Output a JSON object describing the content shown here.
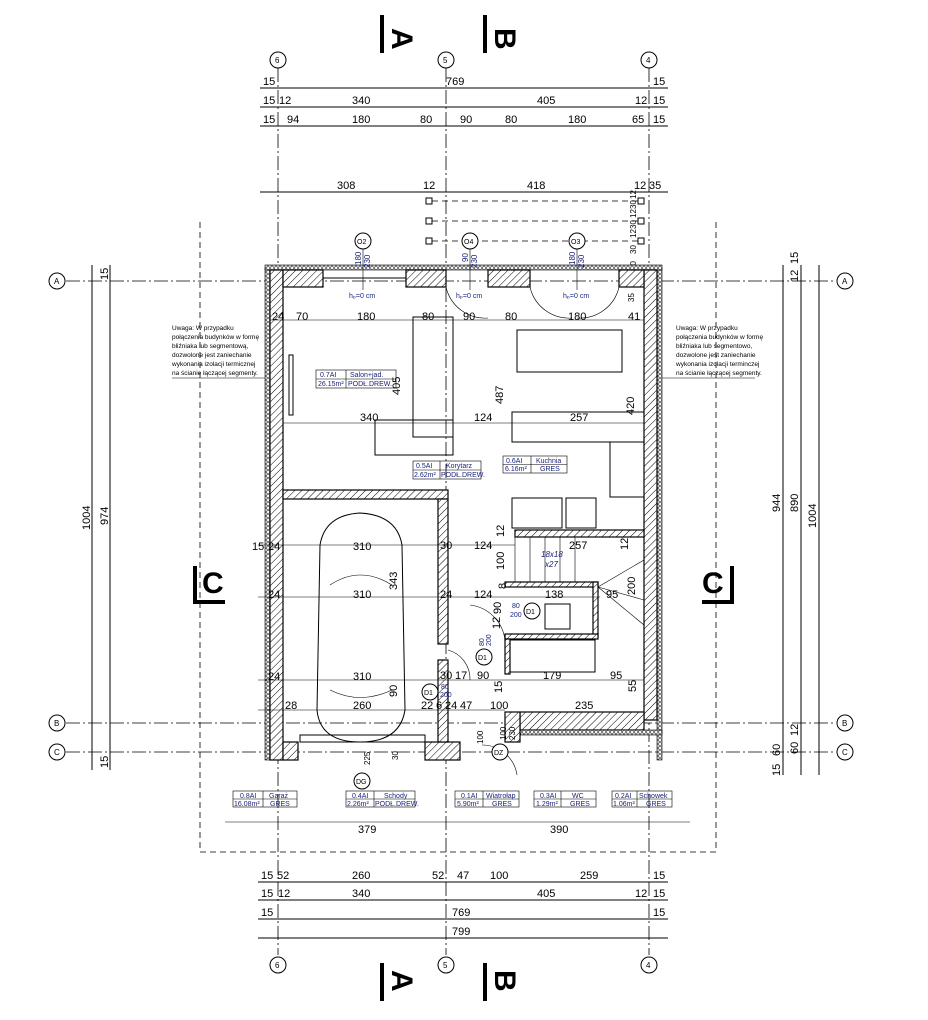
{
  "section_markers": {
    "a": "A",
    "b": "B",
    "c": "C"
  },
  "axes": {
    "v6": "6",
    "v5": "5",
    "v4": "4",
    "hA": "A",
    "hB": "B",
    "hC": "C"
  },
  "dims_top": {
    "r1": [
      "15",
      "769",
      "15"
    ],
    "r2": [
      "15",
      "12",
      "340",
      "405",
      "12",
      "15"
    ],
    "r3": [
      "15",
      "94",
      "180",
      "80",
      "90",
      "80",
      "180",
      "65",
      "15"
    ],
    "r4": [
      "308",
      "12",
      "418",
      "12",
      "35"
    ],
    "vert": [
      "12",
      "30",
      "12",
      "30",
      "12",
      "30",
      "40"
    ]
  },
  "dims_bottom": {
    "r0": [
      "379",
      "390"
    ],
    "r1": [
      "15",
      "52",
      "260",
      "52",
      "47",
      "100",
      "259",
      "15"
    ],
    "r2": [
      "15",
      "12",
      "340",
      "405",
      "12",
      "15"
    ],
    "r3": [
      "15",
      "769",
      "15"
    ],
    "r4": [
      "799"
    ]
  },
  "dims_left": [
    "1004",
    "974",
    "15",
    "15"
  ],
  "dims_right": [
    "944",
    "890",
    "1004",
    "12",
    "15",
    "60",
    "12",
    "60",
    "15"
  ],
  "interior_dims": {
    "row1": [
      "24",
      "70",
      "180",
      "80",
      "90",
      "80",
      "180",
      "41"
    ],
    "mid": [
      "340",
      "124",
      "257",
      "405",
      "487",
      "420"
    ],
    "garage": [
      "310",
      "310",
      "310",
      "260",
      "343",
      "90"
    ],
    "left_small": [
      "15",
      "24",
      "24",
      "24",
      "28"
    ],
    "stairs": [
      "30",
      "124",
      "12",
      "100",
      "257",
      "12",
      "200",
      "124",
      "8",
      "24",
      "138",
      "95",
      "90",
      "12",
      "30",
      "17",
      "90",
      "15",
      "179",
      "95",
      "55",
      "22",
      "6",
      "24",
      "47",
      "100",
      "235",
      "100",
      "230",
      "30",
      "225",
      "35"
    ]
  },
  "stairs_spec": {
    "size": "18x18",
    "count": "x27"
  },
  "sill_label": "hₚ=0 cm",
  "tags": {
    "o2": {
      "id": "O2",
      "w": "180",
      "h": "230"
    },
    "o4": {
      "id": "O4",
      "w": "90",
      "h": "230"
    },
    "o3": {
      "id": "O3",
      "w": "180",
      "h": "230"
    },
    "dg": {
      "id": "DG"
    },
    "dz": {
      "id": "DZ",
      "w": "100",
      "h": "230"
    },
    "d1a": {
      "id": "D1",
      "w": "80",
      "h": "200"
    },
    "d1b": {
      "id": "D1",
      "w": "80",
      "h": "200"
    },
    "d1c": {
      "id": "D1",
      "w": "80",
      "h": "200"
    }
  },
  "rooms": [
    {
      "code": "0.7AI",
      "name": "Salon+jad.",
      "area": "26.15m²",
      "finish": "PODŁ.DREW."
    },
    {
      "code": "0.6AI",
      "name": "Kuchnia",
      "area": "6.16m²",
      "finish": "GRES"
    },
    {
      "code": "0.5AI",
      "name": "Korytarz",
      "area": "2.62m²",
      "finish": "PODŁ.DREW."
    },
    {
      "code": "0.8AI",
      "name": "Garaż",
      "area": "16.08m²",
      "finish": "GRES"
    },
    {
      "code": "0.4AI",
      "name": "Schody",
      "area": "2.26m²",
      "finish": "PODŁ.DREW."
    },
    {
      "code": "0.1AI",
      "name": "Wiatrołap",
      "area": "5.90m²",
      "finish": "GRES"
    },
    {
      "code": "0.3AI",
      "name": "WC",
      "area": "1.29m²",
      "finish": "GRES"
    },
    {
      "code": "0.2AI",
      "name": "Schowek",
      "area": "1.06m²",
      "finish": "GRES"
    }
  ],
  "notes": {
    "left": [
      "Uwaga: W przypadku",
      "połączenia budynków w formę",
      "bliźniaka lub segmentową,",
      "dozwolone jest zaniechanie",
      "wykonania izolacji termicznej",
      "na ścianie łączącej segmenty."
    ],
    "right": [
      "Uwaga: W przypadku",
      "połączenia budynków w formę",
      "bliźniaka lub segmentowo,",
      "dozwolone jest zaniechanie",
      "wykonania izolacji terminczej",
      "na ścianie łączącej segmenty."
    ]
  },
  "colors": {
    "label_text": "#1a237e",
    "lines": "#000000"
  }
}
